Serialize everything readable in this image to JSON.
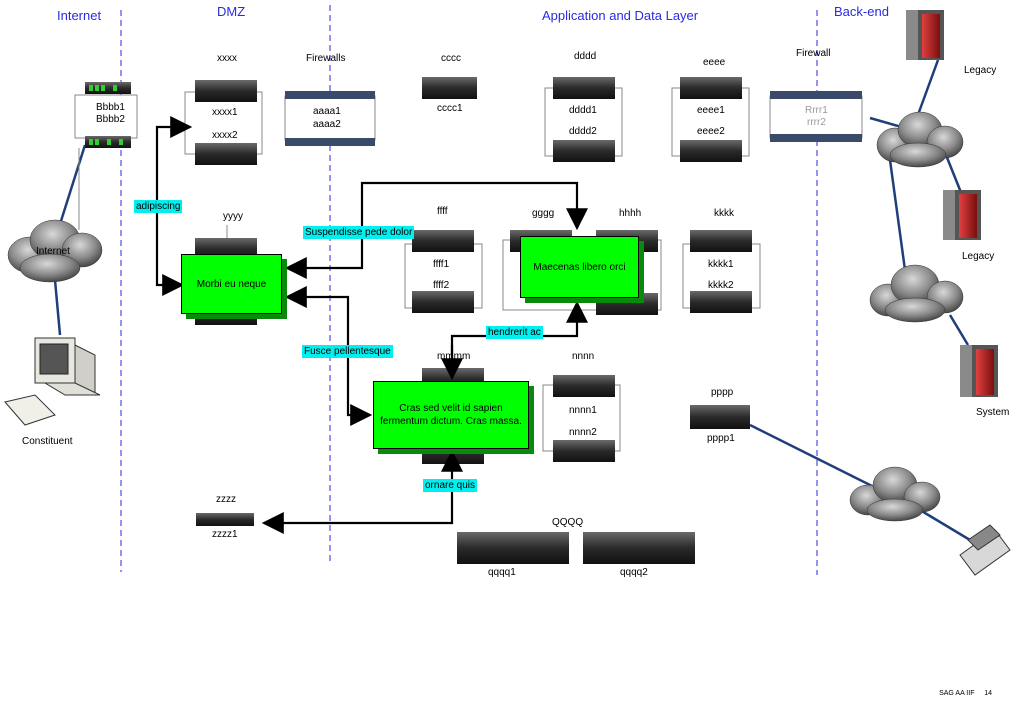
{
  "zones": [
    "Internet",
    "DMZ",
    "Application and Data Layer",
    "Back-end"
  ],
  "labels": {
    "bbbb1": "Bbbb1",
    "bbbb2": "Bbbb2",
    "xxxx": "xxxx",
    "xxxx1": "xxxx1",
    "xxxx2": "xxxx2",
    "firewalls": "Firewalls",
    "aaaa1": "aaaa1",
    "aaaa2": "aaaa2",
    "cccc": "cccc",
    "cccc1": "cccc1",
    "dddd": "dddd",
    "dddd1": "dddd1",
    "dddd2": "dddd2",
    "eeee": "eeee",
    "eeee1": "eeee1",
    "eeee2": "eeee2",
    "firewall": "Firewall",
    "rrrr1": "Rrrr1",
    "rrrr2": "rrrr2",
    "legacy1": "Legacy",
    "legacy2": "Legacy",
    "system": "System",
    "yyyy": "yyyy",
    "ffff": "ffff",
    "ffff1": "ffff1",
    "ffff2": "ffff2",
    "gggg": "gggg",
    "hhhh": "hhhh",
    "kkkk": "kkkk",
    "kkkk1": "kkkk1",
    "kkkk2": "kkkk2",
    "mmmm": "mmmm",
    "nnnn": "nnnn",
    "nnnn1": "nnnn1",
    "nnnn2": "nnnn2",
    "pppp": "pppp",
    "pppp1": "pppp1",
    "zzzz": "zzzz",
    "zzzz1": "zzzz1",
    "qqqq": "QQQQ",
    "qqqq1": "qqqq1",
    "qqqq2": "qqqq2",
    "internet_cloud": "Internet",
    "constituent": "Constituent"
  },
  "green_boxes": {
    "morbi": "Morbi eu neque",
    "maecenas": "Maecenas libero orci",
    "cras": "Cras sed velit id sapien fermentum dictum. Cras massa."
  },
  "connectors": {
    "adipiscing": "adipiscing",
    "suspendisse": "Suspendisse pede dolor",
    "fusce": "Fusce pellentesque",
    "hendrerit": "hendrerit ac",
    "ornare": "ornare quis"
  },
  "footer": {
    "text": "SAG AA IIF",
    "page": "14"
  },
  "colors": {
    "zone": "#2a2ae0",
    "green": "#00ff00",
    "cyan": "#00f0f0",
    "link": "#1f3f7a"
  }
}
